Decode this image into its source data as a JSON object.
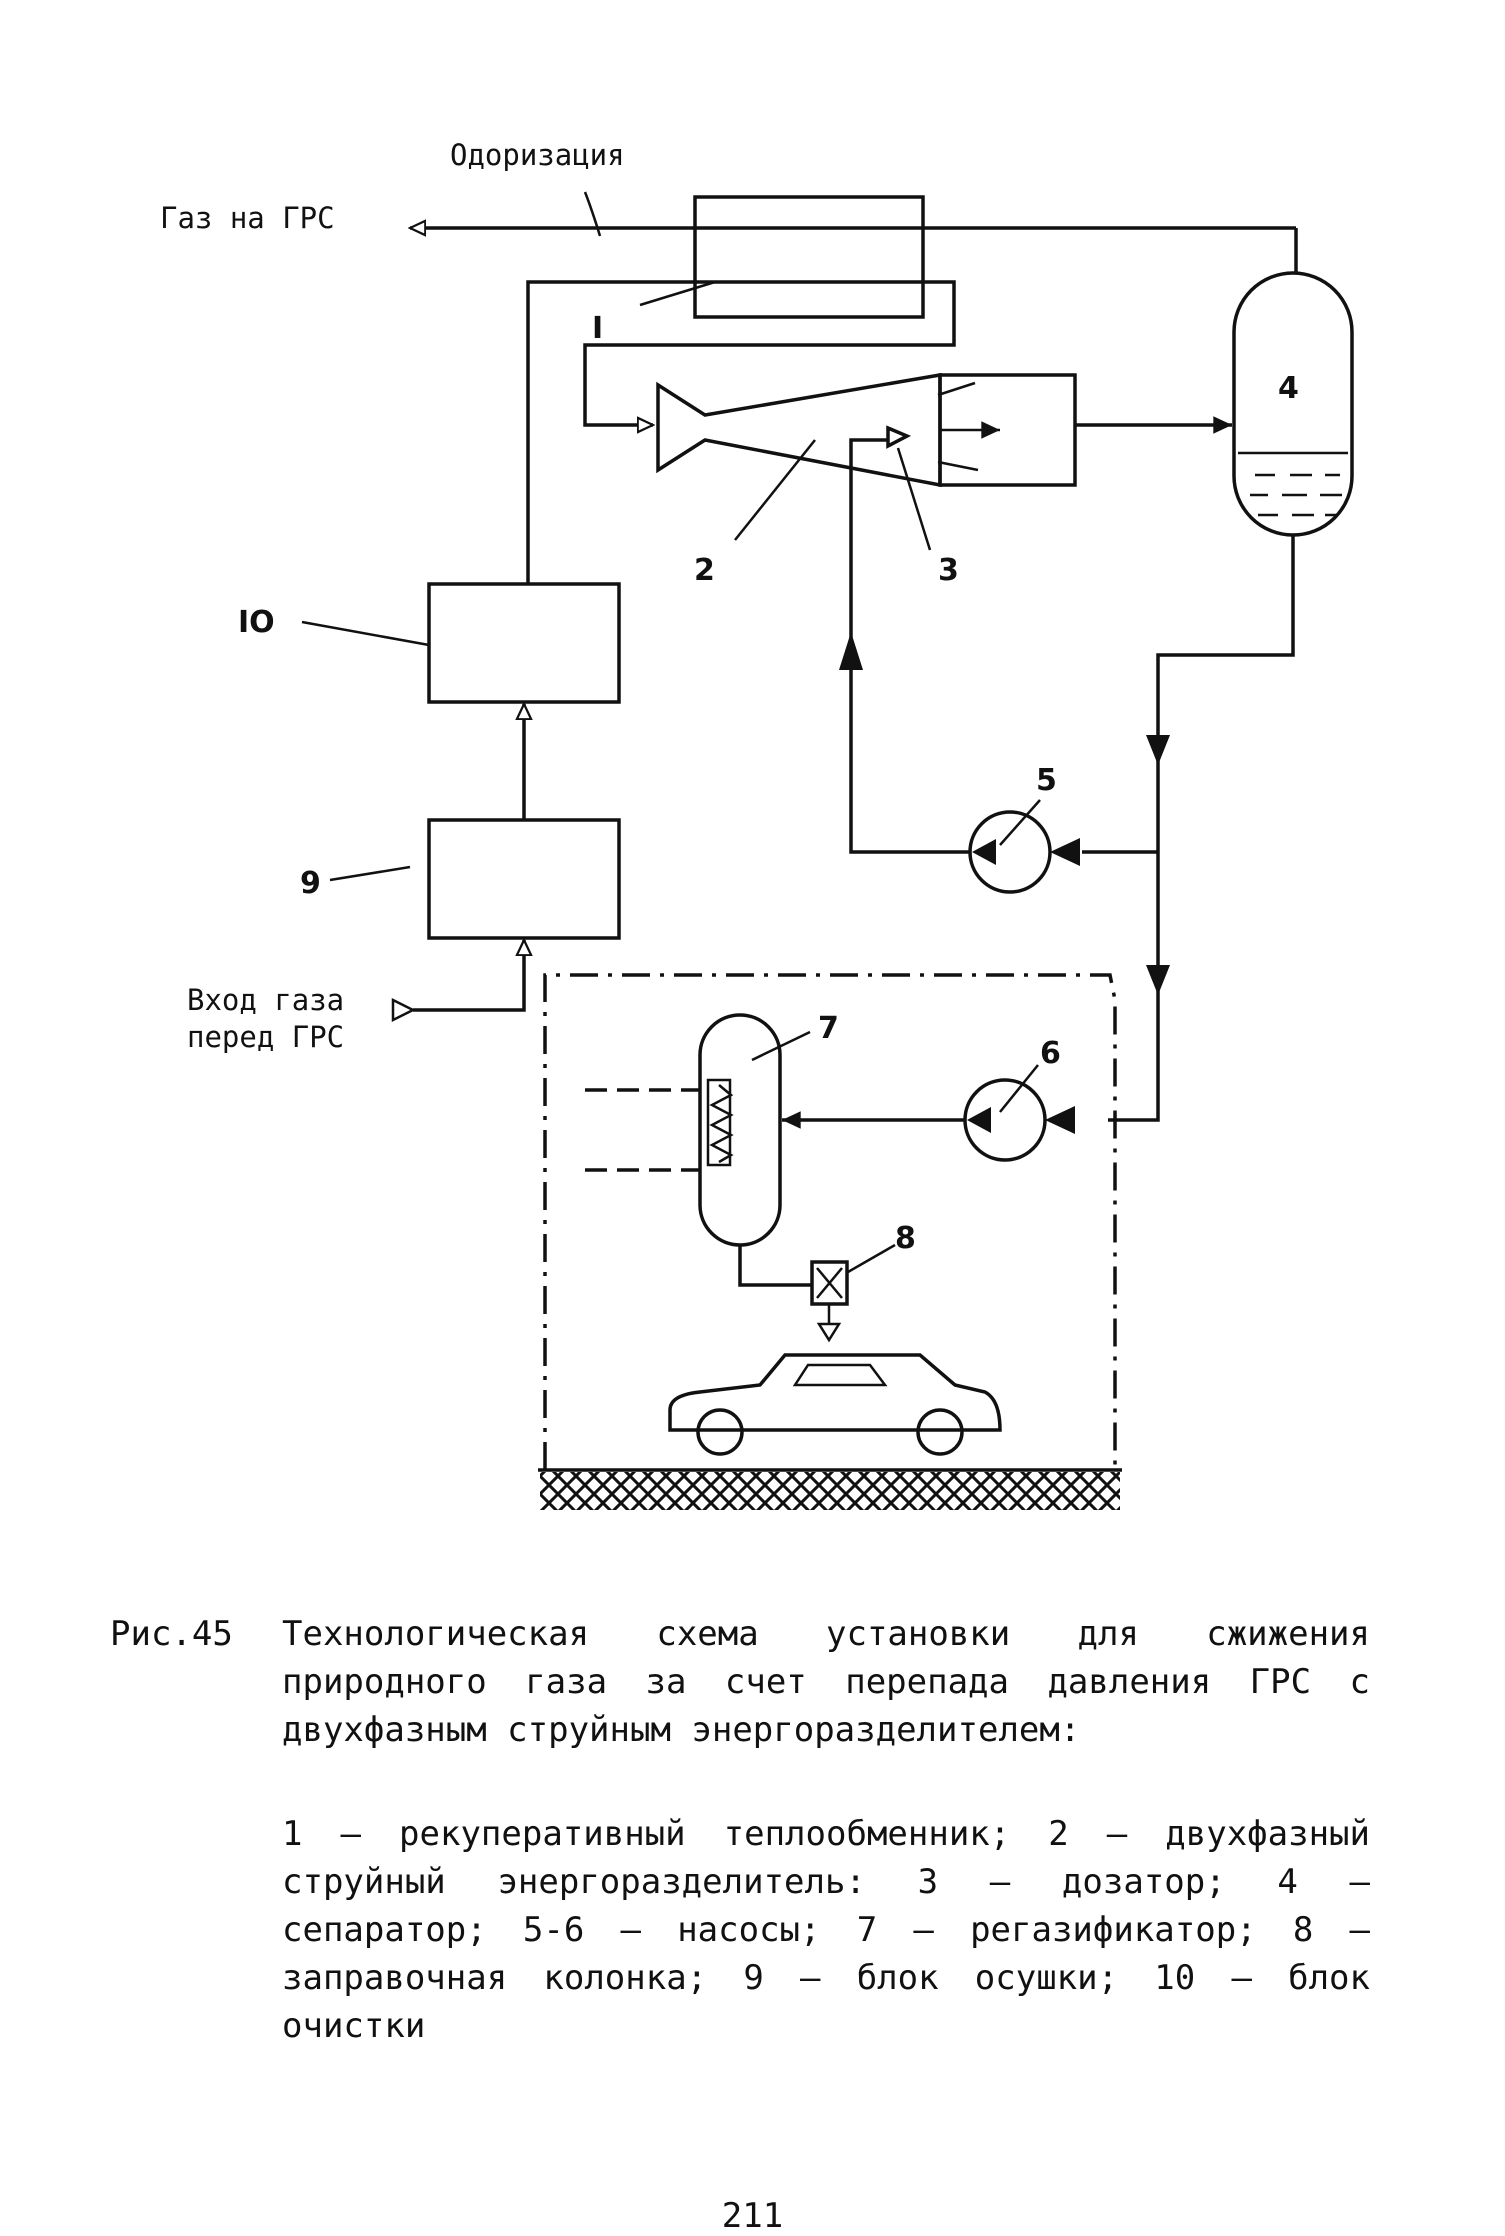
{
  "diagram": {
    "labels": {
      "gas_out": "Газ на ГРС",
      "odorization": "Одоризация",
      "gas_in_line1": "Вход газа",
      "gas_in_line2": "перед ГРС"
    },
    "numbers": {
      "n1": "I",
      "n2": "2",
      "n3": "3",
      "n4": "4",
      "n5": "5",
      "n6": "6",
      "n7": "7",
      "n8": "8",
      "n9": "9",
      "n10": "IO"
    }
  },
  "caption": {
    "number": "Рис.45",
    "title": "Технологическая схема установки для сжижения природного газа за счет перепада давления ГРС с двухфазным струйным энергоразделителем:",
    "legend": "1 – рекуперативный теплообменник; 2 – двухфазный струйный энергоразделитель: 3 – дозатор; 4 – сепаратор; 5-6 – насосы; 7 – регазификатор; 8 – заправочная колонка; 9 – блок осушки; 10 – блок очистки"
  },
  "page_number": "211"
}
